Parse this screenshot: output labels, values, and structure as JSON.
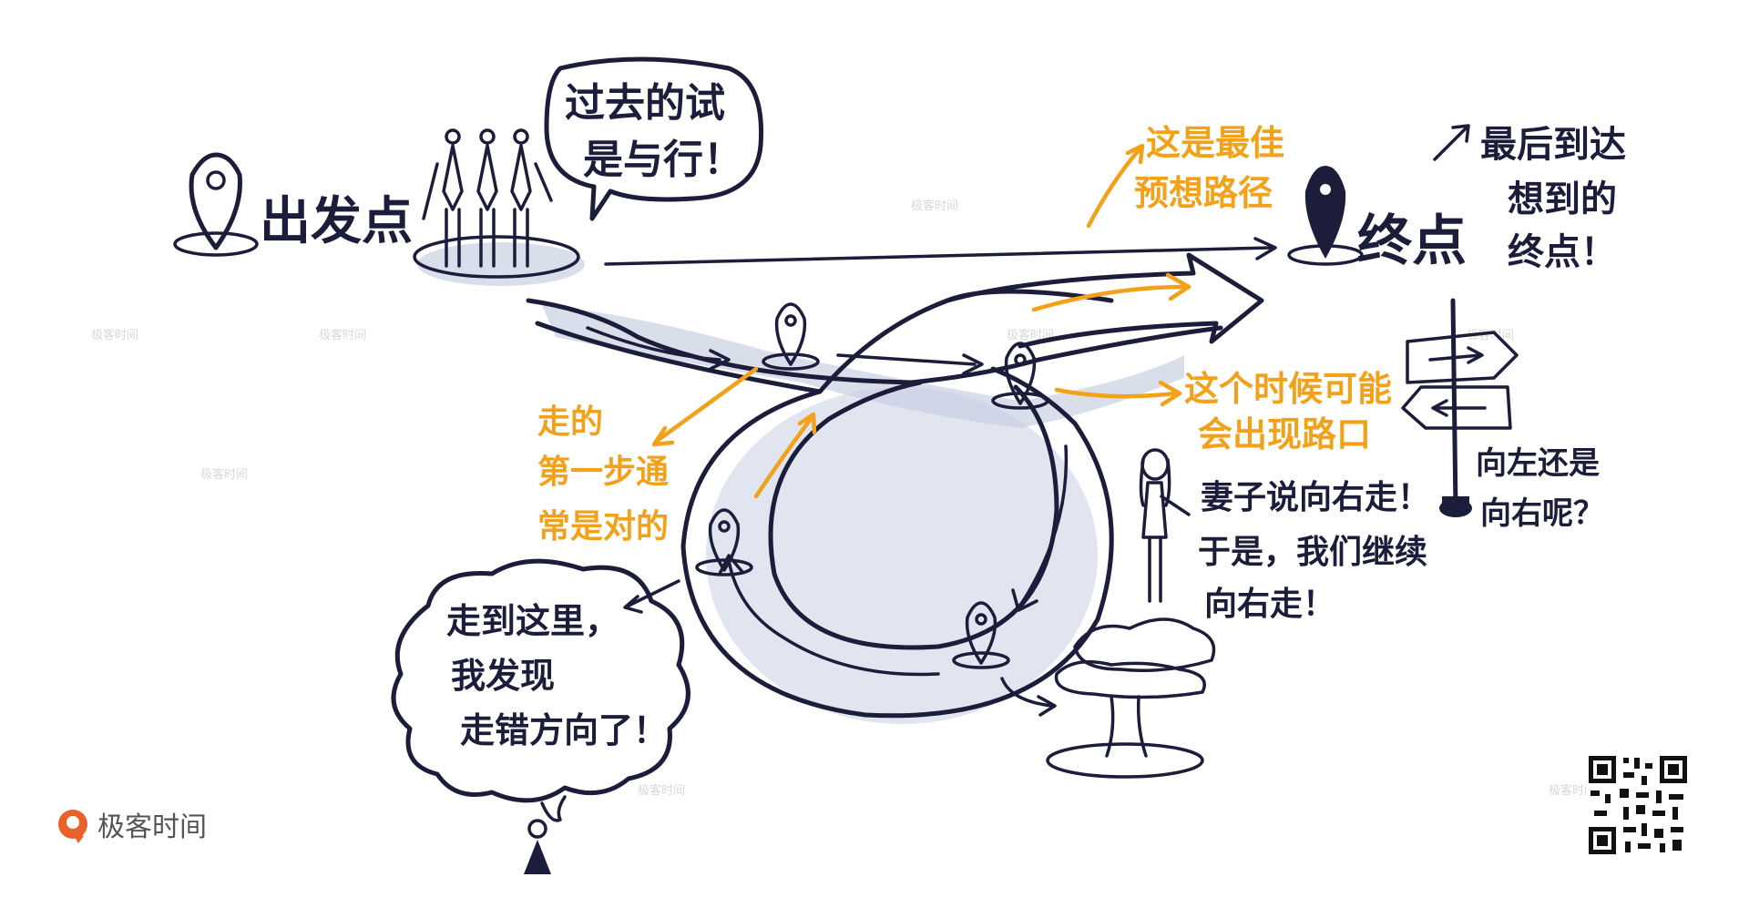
{
  "labels": {
    "start": "出发点",
    "end": "终点",
    "team_speech_line1": "过去的试",
    "team_speech_line2": "是与行！",
    "best_path_line1": "这是最佳",
    "best_path_line2": "预想路径",
    "final_line1": "最后到达",
    "final_line2": "想到的",
    "final_line3": "终点！",
    "fork_line1": "这个时候可能",
    "fork_line2": "会出现路口",
    "first_step_line1": "走的",
    "first_step_line2": "第一步通",
    "first_step_line3": "常是对的",
    "wrong_line1": "走到这里，",
    "wrong_line2": "我发现",
    "wrong_line3": "走错方向了！",
    "wife_line1": "妻子说向右走！",
    "wife_line2": "于是，我们继续",
    "wife_line3": "向右走！",
    "sign_line1": "向左还是",
    "sign_line2": "向右呢？",
    "brand": "极客时间",
    "watermark": "极客时间"
  },
  "colors": {
    "ink": "#1b1d3a",
    "accent": "#f2a21a",
    "shadow": "#c9d0e3",
    "brand": "#e8622a"
  },
  "icons": [
    "location-pin-icon",
    "signpost-icon",
    "tree-icon",
    "qr-code-icon",
    "brand-logo-icon"
  ]
}
